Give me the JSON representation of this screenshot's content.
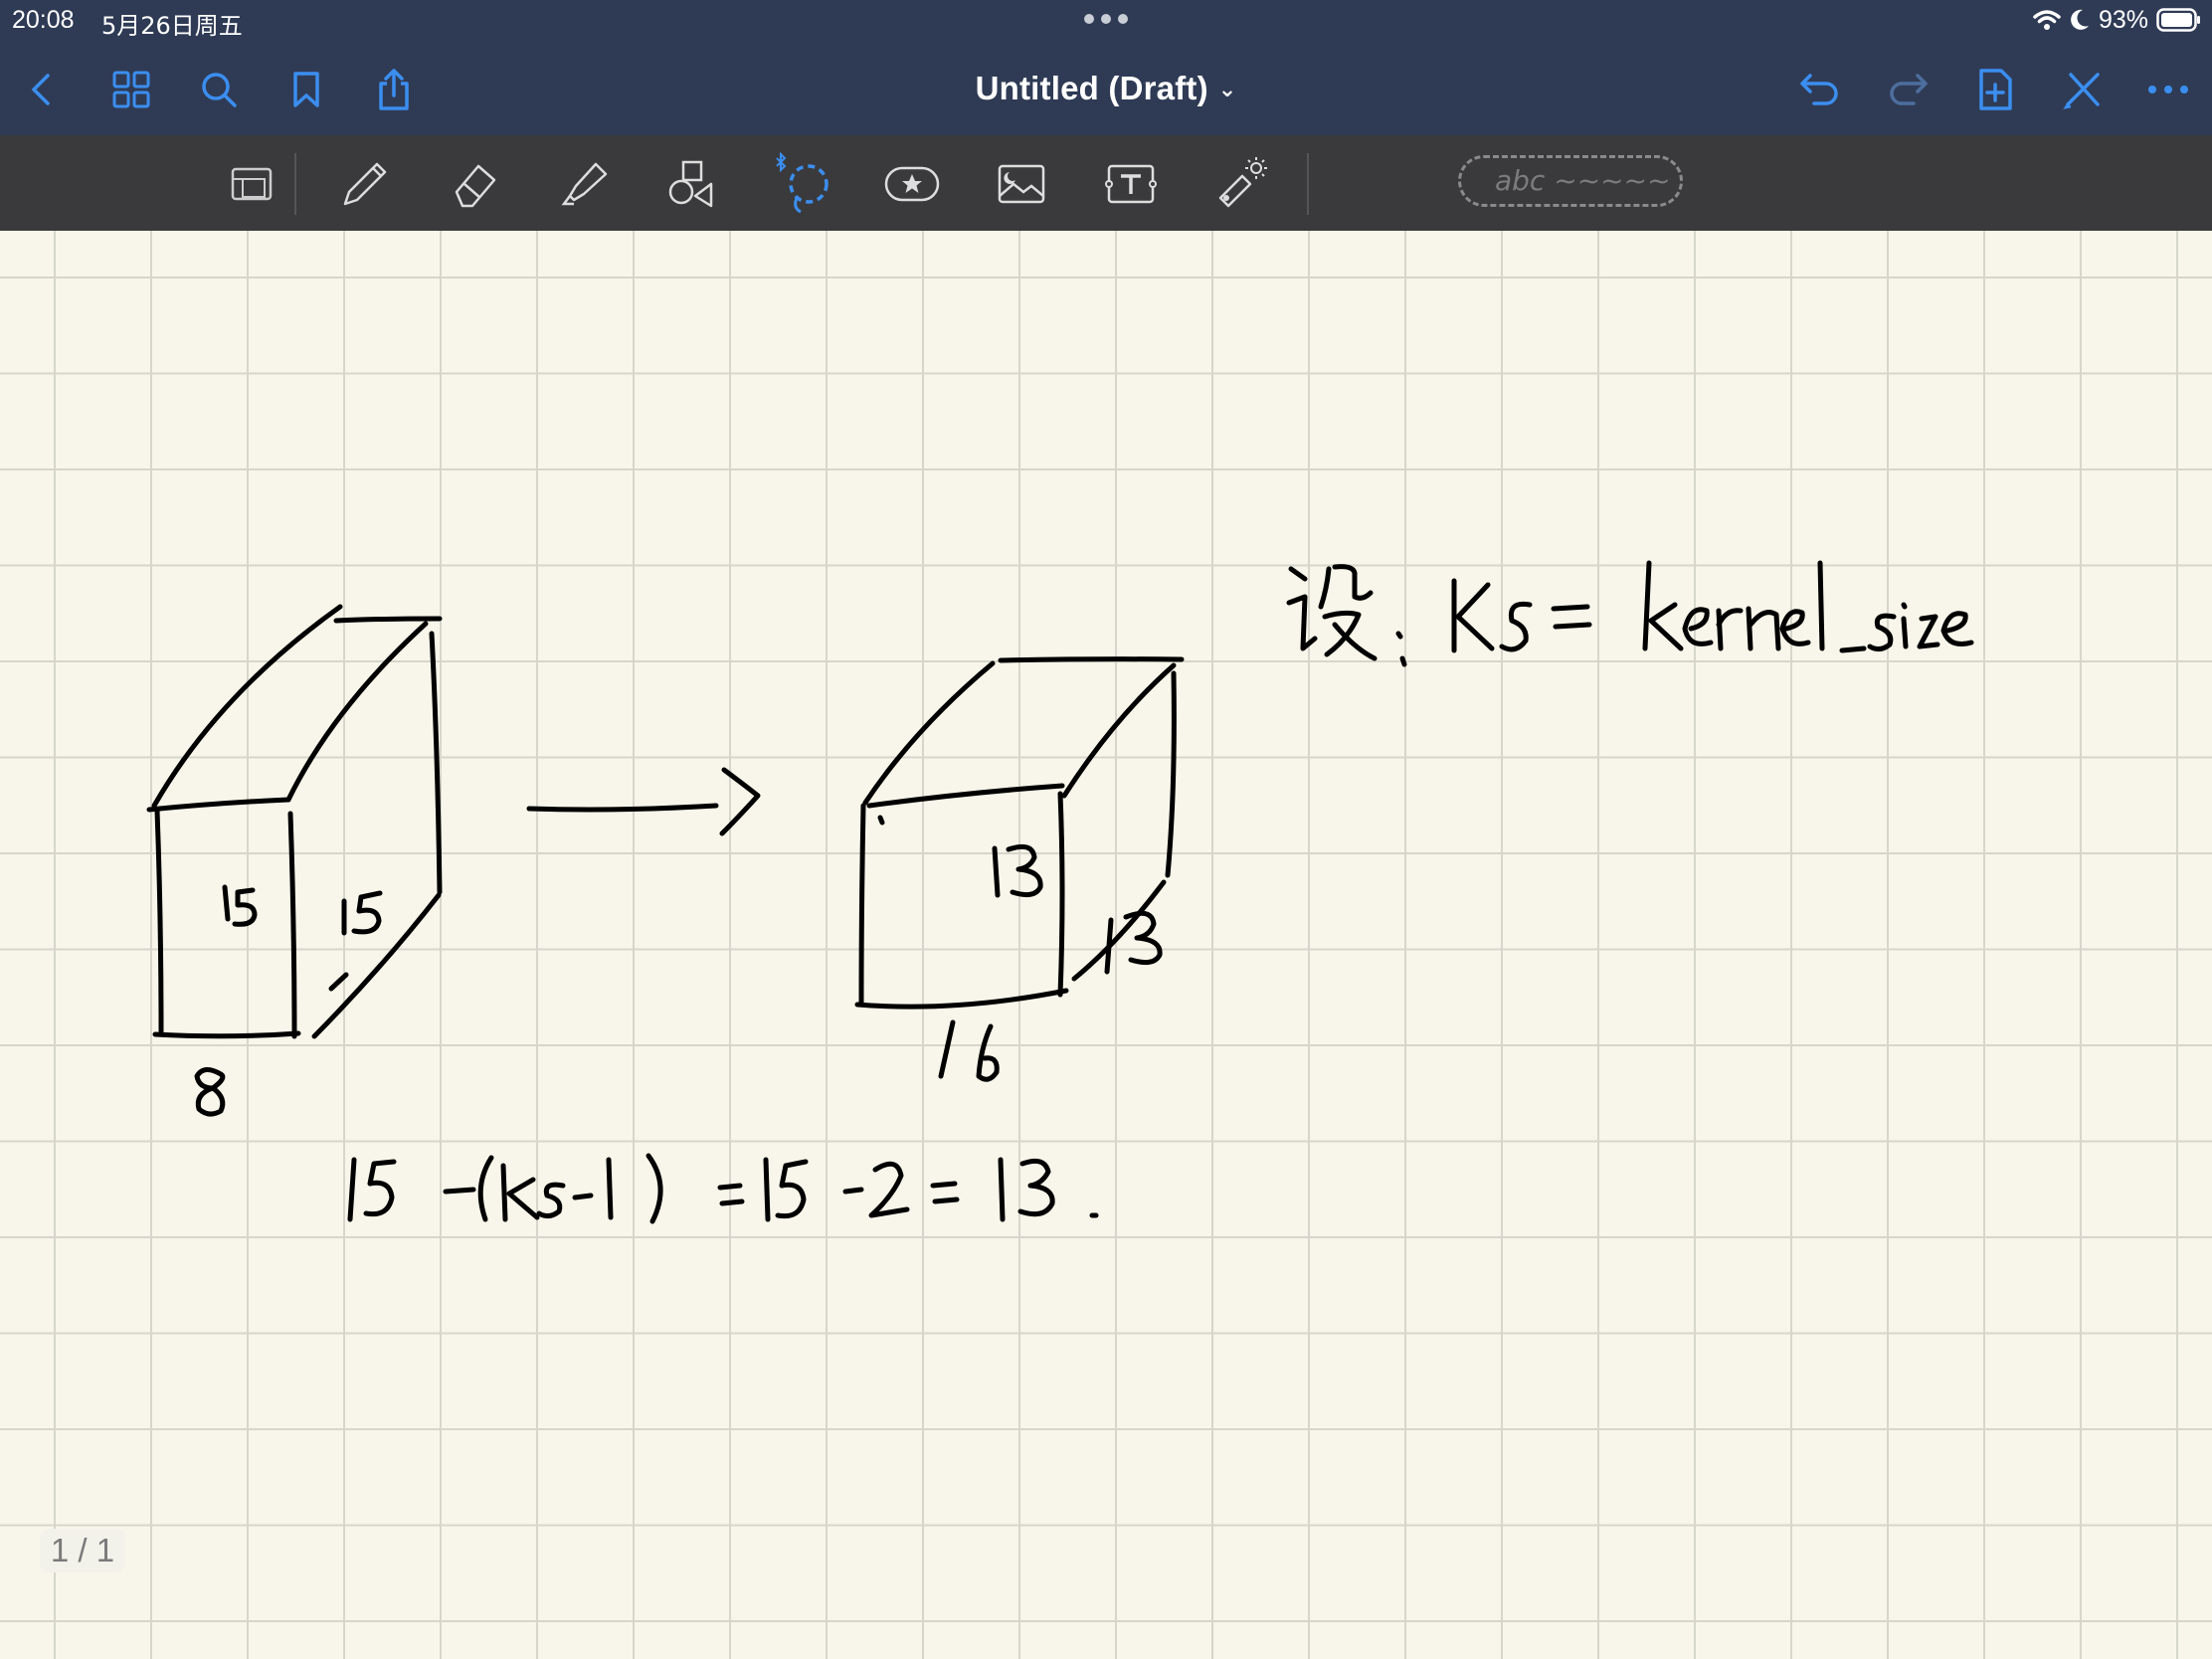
{
  "status_bar": {
    "time": "20:08",
    "date": "5月26日周五",
    "battery": "93%"
  },
  "header": {
    "title": "Untitled (Draft)",
    "bg_color": "#2f3b55",
    "accent_color": "#3b8ef0"
  },
  "toolbar": {
    "bg_color": "#3a3a3c",
    "tools": [
      "zoom-window",
      "pen",
      "eraser",
      "highlighter",
      "shapes",
      "lasso",
      "elements",
      "image",
      "text",
      "laser-pointer"
    ],
    "selected_tool": "lasso",
    "scribble_placeholder": "abc ~~~~~"
  },
  "canvas": {
    "background": "#f8f6ea",
    "grid_color": "#d6d6cc",
    "handwriting": [
      "15",
      "15",
      "8",
      "13",
      "13",
      "16",
      "设: ks= kernel_size",
      "15-(ks-1) =15-2=13."
    ]
  },
  "footer": {
    "page_indicator": "1 / 1"
  }
}
